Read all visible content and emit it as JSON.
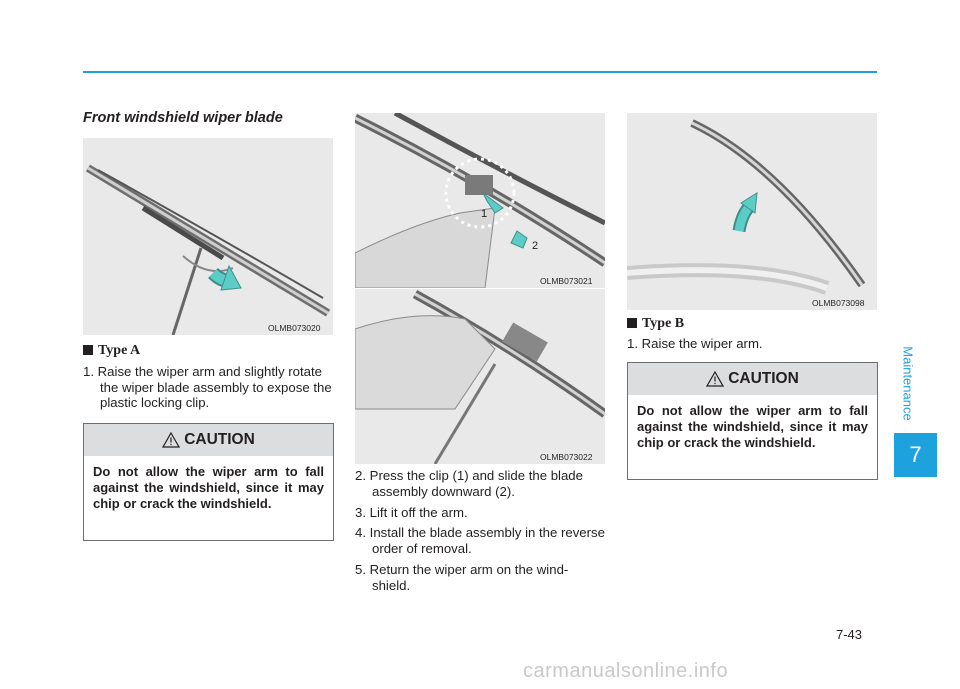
{
  "section_title": "Front windshield wiper blade",
  "figures": {
    "fig1_code": "OLMB073020",
    "fig2_code": "OLMB073021",
    "fig3_code": "OLMB073022",
    "fig4_code": "OLMB073098",
    "fig2_callout_1": "1",
    "fig2_callout_2": "2"
  },
  "type_a": {
    "heading": "Type A",
    "step1": "1. Raise the wiper arm and slightly rotate the wiper blade assembly to expose the plastic locking clip.",
    "step2": "2. Press the clip (1) and slide the blade assembly downward (2).",
    "step3": "3. Lift it off the arm.",
    "step4": "4. Install the blade assembly in the reverse order of removal.",
    "step5": "5. Return the wiper arm on the wind-shield."
  },
  "type_b": {
    "heading": "Type B",
    "step1": "1. Raise the wiper arm."
  },
  "caution_a": {
    "title": "CAUTION",
    "text": "Do not allow the wiper arm to fall against the windshield, since it may chip or crack the windshield."
  },
  "caution_b": {
    "title": "CAUTION",
    "text": "Do not allow the wiper arm to fall against the windshield, since it may chip or crack the windshield."
  },
  "chapter": {
    "label": "Maintenance",
    "number": "7"
  },
  "page_number": "7-43",
  "watermark": "carmanualsonline.info",
  "colors": {
    "accent": "#1ea2de",
    "arrow": "#5ccdc6"
  }
}
